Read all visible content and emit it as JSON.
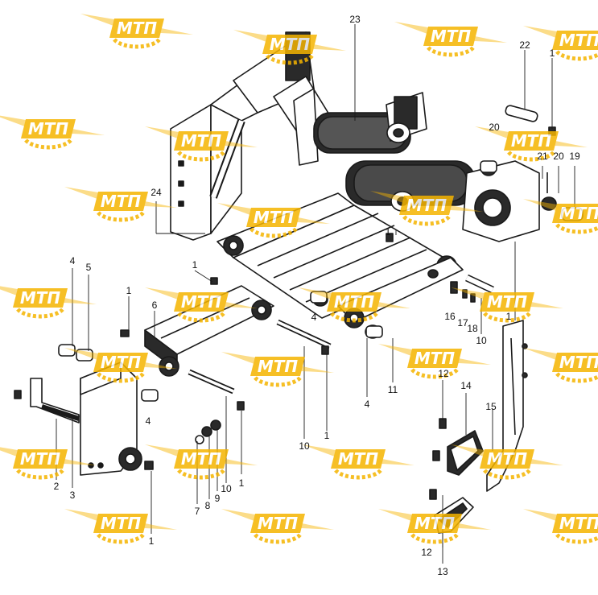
{
  "watermark": {
    "text": "МТП",
    "color": "#f5b400",
    "text_color": "#ffffff"
  },
  "labels": [
    "1",
    "1",
    "1",
    "1",
    "1",
    "1",
    "1",
    "2",
    "3",
    "4",
    "4",
    "4",
    "4",
    "5",
    "6",
    "7",
    "8",
    "9",
    "10",
    "10",
    "10",
    "11",
    "12",
    "12",
    "13",
    "14",
    "15",
    "16",
    "17",
    "18",
    "19",
    "20",
    "20",
    "21",
    "22",
    "23",
    "24"
  ],
  "colors": {
    "line": "#1a1a1a",
    "fill": "#ffffff",
    "shade": "#2a2a2a"
  }
}
